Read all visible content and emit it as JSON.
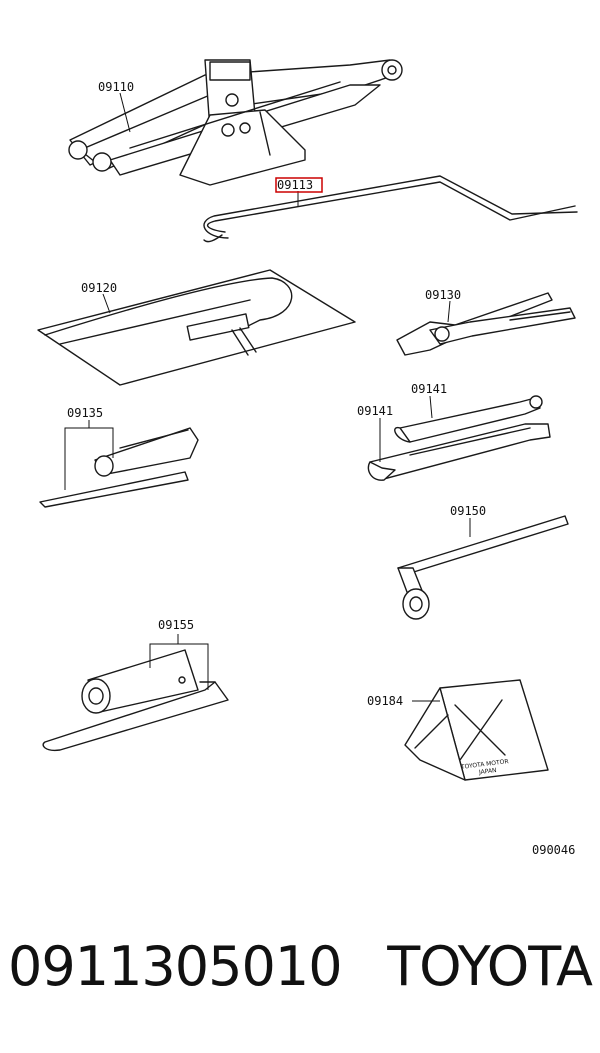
{
  "diagram": {
    "labels": {
      "jack": "09110",
      "jack_handle": "09113",
      "tool_bag": "09120",
      "pliers": "09130",
      "screwdriver": "09135",
      "wrench_upper": "09141",
      "wrench_lower": "09141",
      "wheel_nut_wrench": "09150",
      "plug_wrench": "09155",
      "wheel_chock": "09184",
      "diagram_code": "090046"
    },
    "chock_stamp": [
      "TOYOTA MOTOR",
      "JAPAN"
    ],
    "highlight_color": "#cc0000"
  },
  "footer": {
    "part_number": "0911305010",
    "brand": "TOYOTA"
  }
}
